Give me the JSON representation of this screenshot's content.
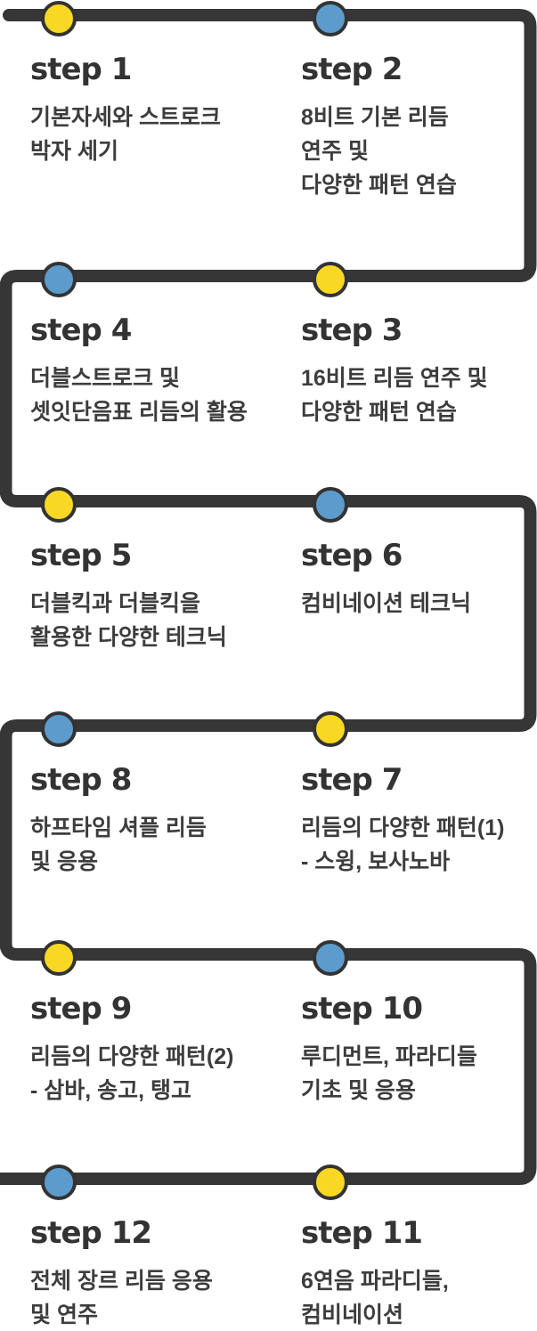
{
  "colors": {
    "line": "#363636",
    "dot_ring": "#333333",
    "yellow": "#f8d824",
    "blue": "#5c9bcb",
    "title_text": "#333333",
    "body_text": "#3d3d3d",
    "background": "#ffffff"
  },
  "steps": [
    {
      "title": "step 1",
      "dot_color": "yellow",
      "row": 1,
      "side": "left",
      "lines": [
        "기본자세와 스트로크",
        "박자 세기"
      ]
    },
    {
      "title": "step 2",
      "dot_color": "blue",
      "row": 1,
      "side": "right",
      "lines": [
        "8비트 기본 리듬",
        "연주 및",
        "다양한 패턴 연습"
      ]
    },
    {
      "title": "step 3",
      "dot_color": "yellow",
      "row": 2,
      "side": "right",
      "lines": [
        "16비트 리듬 연주 및",
        "다양한 패턴 연습"
      ]
    },
    {
      "title": "step 4",
      "dot_color": "blue",
      "row": 2,
      "side": "left",
      "lines": [
        "더블스트로크 및",
        "셋잇단음표 리듬의 활용"
      ]
    },
    {
      "title": "step 5",
      "dot_color": "yellow",
      "row": 3,
      "side": "left",
      "lines": [
        "더블킥과 더블킥을",
        "활용한 다양한 테크닉"
      ]
    },
    {
      "title": "step 6",
      "dot_color": "blue",
      "row": 3,
      "side": "right",
      "lines": [
        "컴비네이션 테크닉"
      ]
    },
    {
      "title": "step 7",
      "dot_color": "yellow",
      "row": 4,
      "side": "right",
      "lines": [
        "리듬의 다양한 패턴(1)",
        "- 스윙, 보사노바"
      ]
    },
    {
      "title": "step 8",
      "dot_color": "blue",
      "row": 4,
      "side": "left",
      "lines": [
        "하프타임 셔플 리듬",
        "및 응용"
      ]
    },
    {
      "title": "step 9",
      "dot_color": "yellow",
      "row": 5,
      "side": "left",
      "lines": [
        "리듬의 다양한 패턴(2)",
        "- 삼바, 송고, 탱고"
      ]
    },
    {
      "title": "step 10",
      "dot_color": "blue",
      "row": 5,
      "side": "right",
      "lines": [
        "루디먼트, 파라디들",
        "기초 및 응용"
      ]
    },
    {
      "title": "step 11",
      "dot_color": "yellow",
      "row": 6,
      "side": "right",
      "lines": [
        "6연음 파라디들,",
        "컴비네이션"
      ]
    },
    {
      "title": "step 12",
      "dot_color": "blue",
      "row": 6,
      "side": "left",
      "lines": [
        "전체 장르 리듬 응용",
        "및 연주"
      ]
    }
  ]
}
